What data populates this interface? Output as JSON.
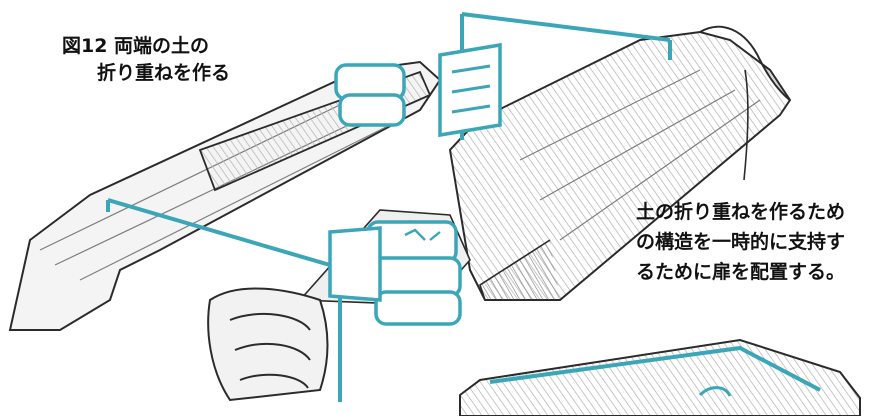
{
  "figure": {
    "title_line1": "図12 両端の土の",
    "title_line2": "折り重ねを作る",
    "caption_lines": [
      "土の折り重ねを作るため",
      "の構造を一時的に支持す",
      "るために扉を配置する。"
    ]
  },
  "colors": {
    "outline": "#2b2b2b",
    "board": "#3aa6b8",
    "shadow": "#9a9a9a",
    "paper": "#ffffff"
  }
}
